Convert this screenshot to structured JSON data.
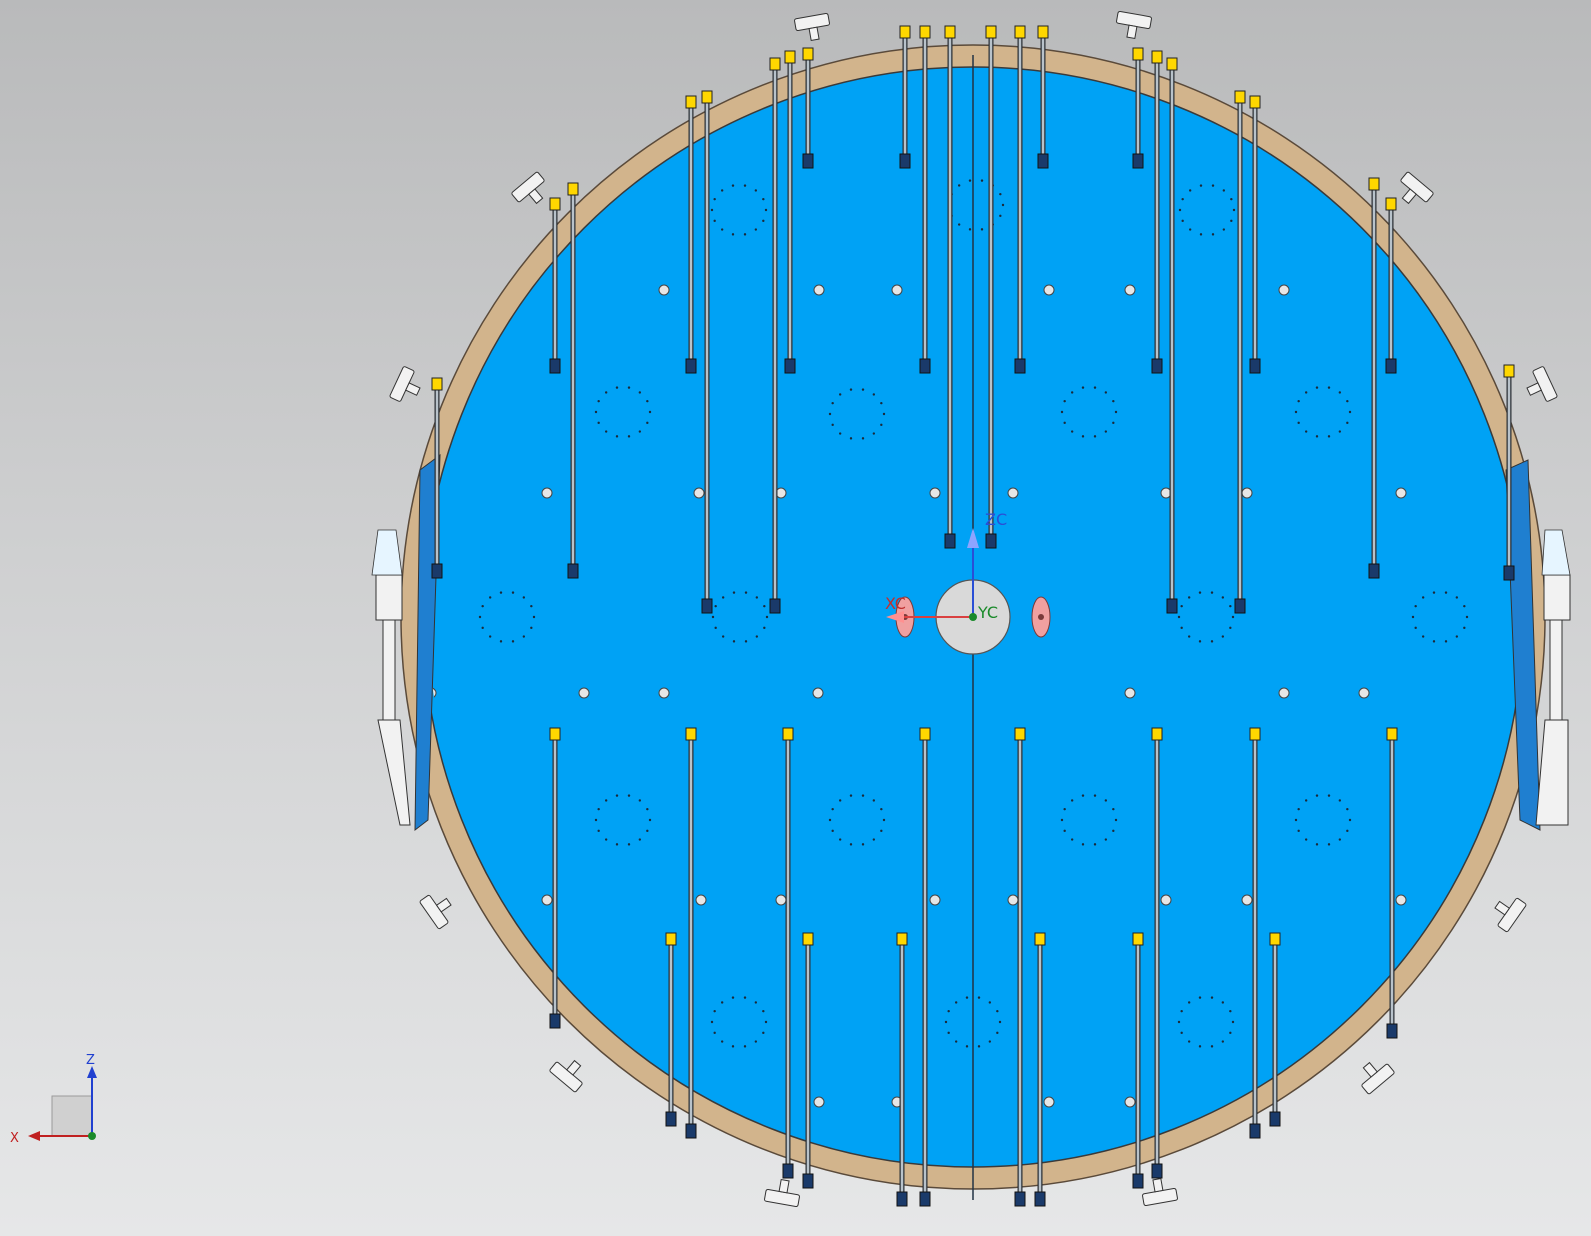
{
  "view": {
    "colors": {
      "background_top": "#b9babb",
      "background_bottom": "#e6e7e8",
      "plate_fill": "#00a2f5",
      "rim": "#d2b48c",
      "rod": "#9fa9b1",
      "fastener": "#ffd700",
      "bracket": "#f2f2f2",
      "hub": "#d9d9d9"
    }
  },
  "wcs": {
    "z_label": "ZC",
    "y_label": "YC",
    "x_label": "XC"
  },
  "triad": {
    "z_label": "Z",
    "x_label": "X"
  }
}
